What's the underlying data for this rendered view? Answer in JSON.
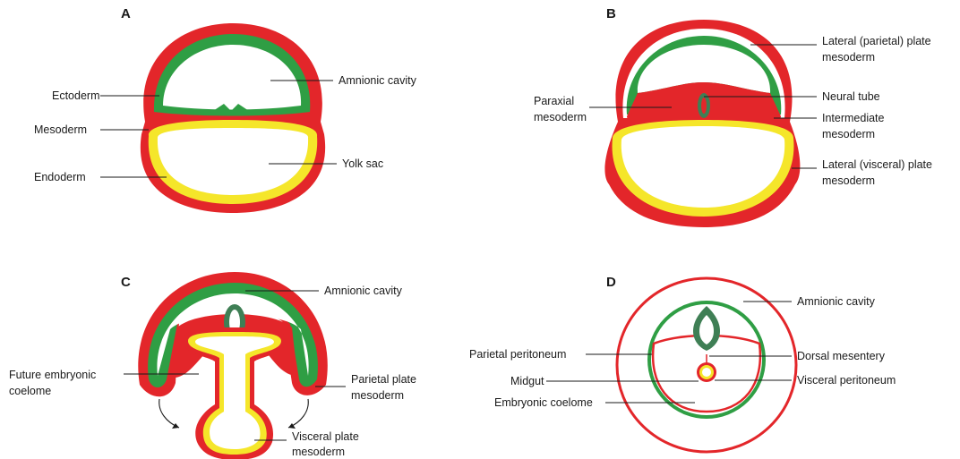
{
  "colors": {
    "mesoderm": "#e3262a",
    "ectoderm": "#2f9e44",
    "neural_tube": "#3f7f55",
    "endoderm": "#f5e62a",
    "leader": "#1a1a1a"
  },
  "panels": {
    "a": {
      "letter": "A",
      "labels": {
        "amnionic_cavity": "Amnionic cavity",
        "ectoderm": "Ectoderm",
        "mesoderm": "Mesoderm",
        "endoderm": "Endoderm",
        "yolk_sac": "Yolk sac"
      }
    },
    "b": {
      "letter": "B",
      "labels": {
        "lateral_parietal_1": "Lateral (parietal) plate",
        "lateral_parietal_2": "mesoderm",
        "paraxial_1": "Paraxial",
        "paraxial_2": "mesoderm",
        "neural_tube": "Neural tube",
        "intermediate_1": "Intermediate",
        "intermediate_2": "mesoderm",
        "lateral_visceral_1": "Lateral (visceral) plate",
        "lateral_visceral_2": "mesoderm"
      }
    },
    "c": {
      "letter": "C",
      "labels": {
        "amnionic_cavity": "Amnionic cavity",
        "future_coelome_1": "Future embryonic",
        "future_coelome_2": "coelome",
        "parietal_plate_1": "Parietal plate",
        "parietal_plate_2": "mesoderm",
        "visceral_plate_1": "Visceral plate",
        "visceral_plate_2": "mesoderm"
      }
    },
    "d": {
      "letter": "D",
      "labels": {
        "amnionic_cavity": "Amnionic cavity",
        "parietal_peritoneum": "Parietal peritoneum",
        "dorsal_mesentery": "Dorsal mesentery",
        "midgut": "Midgut",
        "visceral_peritoneum": "Visceral peritoneum",
        "embryonic_coelome": "Embryonic coelome"
      }
    }
  }
}
